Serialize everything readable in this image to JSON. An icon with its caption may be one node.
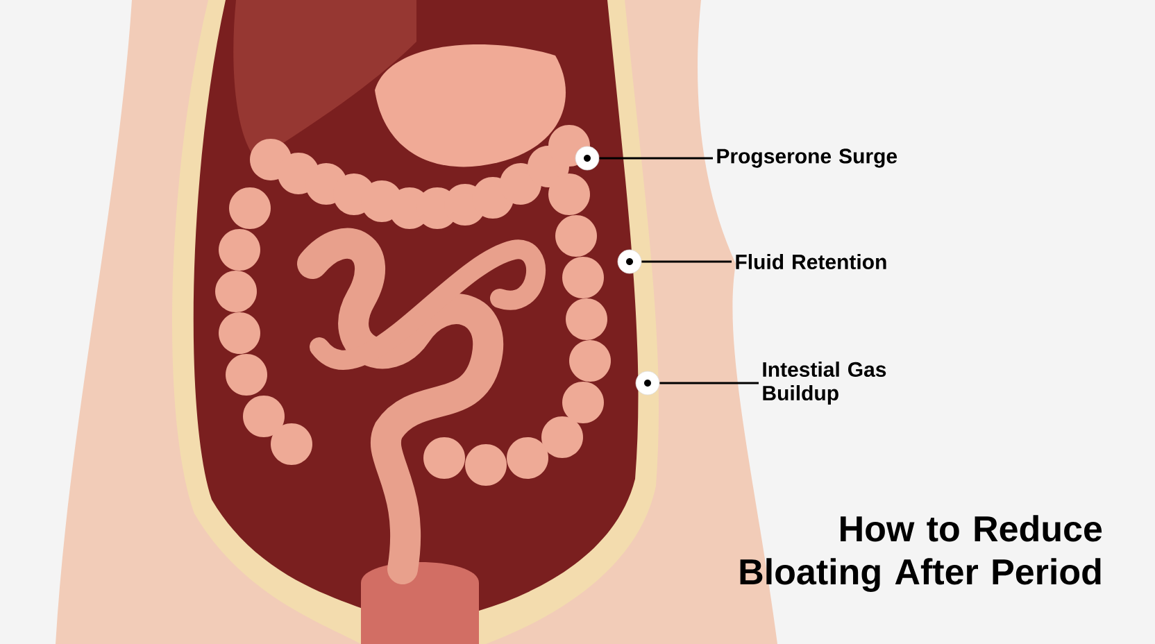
{
  "diagram": {
    "title": "How to Reduce Bloating After Period",
    "nodes": [
      {
        "text": [
          "Progserone Surge"
        ]
      },
      {
        "text": [
          "Fluid Retention"
        ]
      },
      {
        "text": [
          "Intestial Gas Buildup"
        ]
      },
      {
        "text": [],
        "shape": "circle"
      },
      {
        "text": [],
        "shape": "circle"
      },
      {
        "text": [],
        "shape": "circle"
      }
    ],
    "edges": [
      {
        "from": 0,
        "to": 3,
        "arrow": "none"
      },
      {
        "from": 1,
        "to": 4,
        "arrow": "none"
      },
      {
        "from": 2,
        "to": 5,
        "arrow": "none"
      }
    ]
  }
}
